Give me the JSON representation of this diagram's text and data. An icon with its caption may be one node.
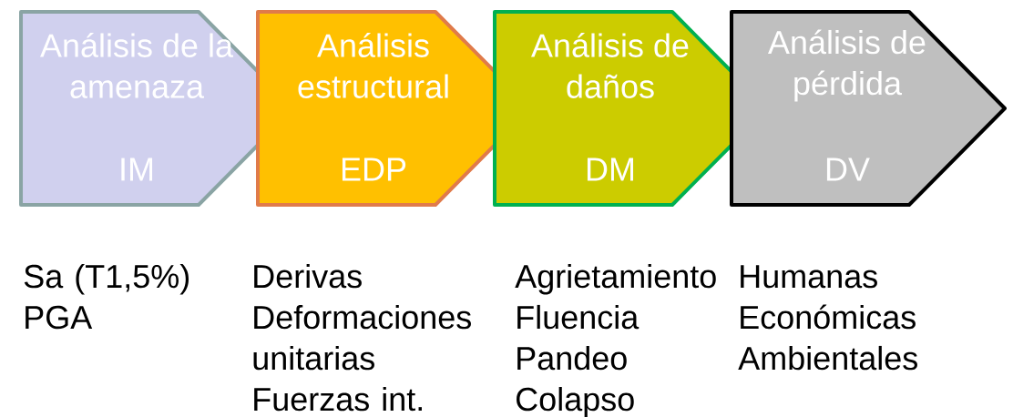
{
  "diagram": {
    "nodes": [
      {
        "text": [
          "Análisis de la amenaza",
          "IM"
        ],
        "beside": [
          "Sa (T1,5%)",
          "PGA"
        ]
      },
      {
        "text": [
          "Análisis estructural",
          "EDP"
        ],
        "beside": [
          "Derivas",
          "Deformaciones unitarias",
          "Fuerzas int."
        ]
      },
      {
        "text": [
          "Análisis de daños",
          "DM"
        ],
        "beside": [
          "Agrietamiento",
          "Fluencia",
          "Pandeo",
          "Colapso"
        ]
      },
      {
        "text": [
          "Análisis de pérdida",
          "DV"
        ],
        "beside": [
          "Humanas",
          "Económicas",
          "Ambientales"
        ]
      }
    ]
  }
}
